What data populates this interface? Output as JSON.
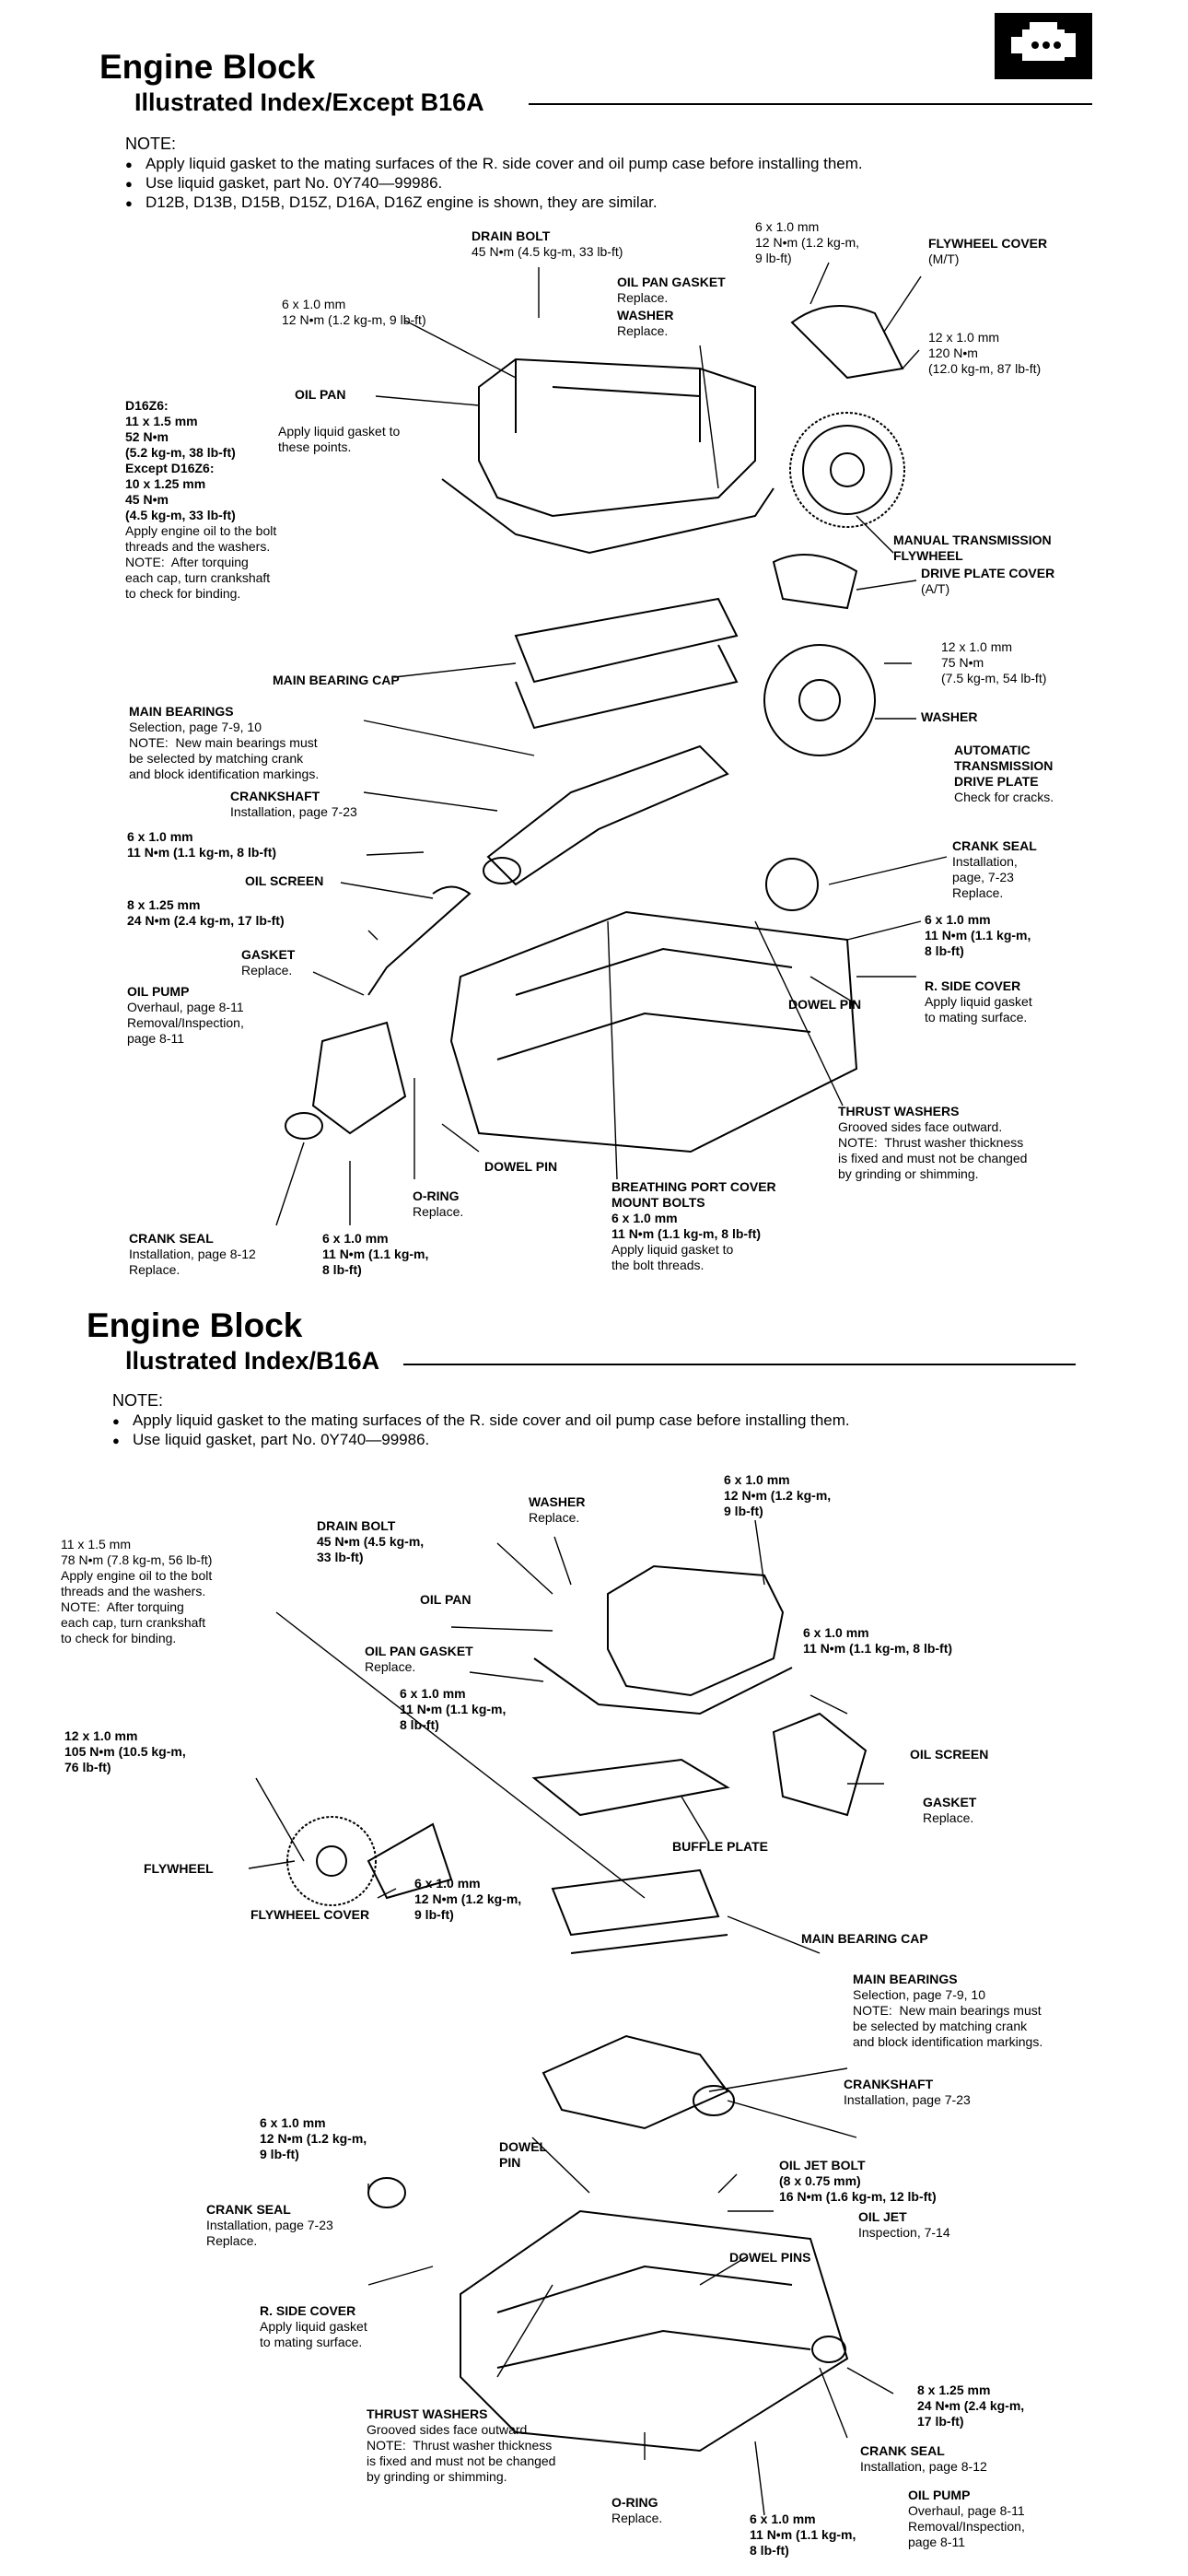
{
  "section1": {
    "title": "Engine Block",
    "subtitle": "Illustrated Index/Except B16A",
    "note_head": "NOTE:",
    "notes": [
      "Apply liquid gasket to the mating surfaces of the R. side cover and oil pump case before installing them.",
      "Use liquid gasket, part No. 0Y740—99986.",
      "D12B, D13B, D15B, D15Z, D16A, D16Z engine is shown, they are similar."
    ],
    "labels": {
      "drain_bolt": {
        "t": "DRAIN BOLT",
        "s": "45 N•m (4.5 kg-m, 33 lb-ft)"
      },
      "bolt_6x1_top": {
        "s": "6 x 1.0 mm\n12 N•m (1.2 kg-m,\n9 lb-ft)"
      },
      "flywheel_cover": {
        "t": "FLYWHEEL COVER",
        "s": "(M/T)"
      },
      "oil_pan_gasket": {
        "t": "OIL PAN GASKET",
        "s": "Replace."
      },
      "washer_top": {
        "t": "WASHER",
        "s": "Replace."
      },
      "bolt_6x1_pan": {
        "s": "6 x 1.0 mm\n12 N•m (1.2 kg-m, 9 lb-ft)"
      },
      "bolt_12x1": {
        "s": "12 x 1.0 mm\n120 N•m\n(12.0 kg-m, 87 lb-ft)"
      },
      "oil_pan": {
        "t": "OIL PAN"
      },
      "apply_gasket": {
        "s": "Apply liquid gasket to\nthese points."
      },
      "d16z6": {
        "t": "D16Z6:",
        "b1": "11 x 1.5 mm\n52 N•m\n(5.2 kg-m, 38 lb-ft)",
        "t2": "Except D16Z6:",
        "b2": "10 x 1.25 mm\n45 N•m\n(4.5 kg-m, 33 lb-ft)",
        "s": "Apply engine oil to the bolt\nthreads and the washers.\nNOTE:  After torquing\neach cap, turn crankshaft\nto check for binding."
      },
      "mt_flywheel": {
        "t": "MANUAL TRANSMISSION\nFLYWHEEL"
      },
      "drive_plate_cover": {
        "t": "DRIVE PLATE COVER",
        "s": "(A/T)"
      },
      "main_bearing_cap": {
        "t": "MAIN BEARING CAP"
      },
      "bolt_12x1_75": {
        "s": "12 x 1.0 mm\n75 N•m\n(7.5 kg-m, 54 lb-ft)"
      },
      "main_bearings": {
        "t": "MAIN BEARINGS",
        "s": "Selection, page 7-9, 10\nNOTE:  New main bearings must\nbe selected by matching crank\nand block identification markings."
      },
      "washer_mid": {
        "t": "WASHER"
      },
      "crankshaft": {
        "t": "CRANKSHAFT",
        "s": "Installation, page 7-23"
      },
      "at_drive_plate": {
        "t": "AUTOMATIC\nTRANSMISSION\nDRIVE PLATE",
        "s": "Check for cracks."
      },
      "bolt_6x1_screen": {
        "s": "6 x 1.0 mm\n11 N•m (1.1 kg-m, 8 lb-ft)"
      },
      "crank_seal_r": {
        "t": "CRANK SEAL",
        "s": "Installation,\npage, 7-23\nReplace."
      },
      "oil_screen": {
        "t": "OIL SCREEN"
      },
      "bolt_8x125": {
        "s": "8 x 1.25 mm\n24 N•m (2.4 kg-m, 17 lb-ft)"
      },
      "bolt_6x1_side": {
        "s": "6 x 1.0 mm\n11 N•m (1.1 kg-m,\n8 lb-ft)"
      },
      "gasket": {
        "t": "GASKET",
        "s": "Replace."
      },
      "r_side_cover": {
        "t": "R. SIDE COVER",
        "s": "Apply liquid gasket\nto mating surface."
      },
      "oil_pump": {
        "t": "OIL PUMP",
        "s": "Overhaul, page 8-11\nRemoval/Inspection,\npage 8-11"
      },
      "dowel_pin_r": {
        "t": "DOWEL PIN"
      },
      "thrust_washers": {
        "t": "THRUST WASHERS",
        "s": "Grooved sides face outward.\nNOTE:  Thrust washer thickness\nis fixed and must not be changed\nby grinding or shimming."
      },
      "dowel_pin_c": {
        "t": "DOWEL PIN"
      },
      "o_ring": {
        "t": "O-RING",
        "s": "Replace."
      },
      "breathing": {
        "t": "BREATHING PORT COVER\nMOUNT BOLTS\n6 x 1.0 mm\n11 N•m (1.1 kg-m, 8 lb-ft)",
        "s": "Apply liquid gasket to\nthe bolt threads."
      },
      "crank_seal_l": {
        "t": "CRANK SEAL",
        "s": "Installation, page 8-12\nReplace."
      },
      "bolt_6x1_bottom": {
        "s": "6 x 1.0 mm\n11 N•m (1.1 kg-m,\n8 lb-ft)"
      }
    }
  },
  "section2": {
    "title": "Engine Block",
    "subtitle": "llustrated Index/B16A",
    "note_head": "NOTE:",
    "notes": [
      "Apply liquid gasket to the mating surfaces of the R. side cover and oil pump case before installing them.",
      "Use liquid gasket, part No. 0Y740—99986."
    ],
    "labels": {
      "bolt_6x1_a": {
        "s": "6 x 1.0 mm\n12 N•m (1.2 kg-m,\n9 lb-ft)"
      },
      "washer": {
        "t": "WASHER",
        "s": "Replace."
      },
      "drain_bolt": {
        "t": "DRAIN BOLT",
        "s": "45 N•m (4.5 kg-m,\n33 lb-ft)"
      },
      "bolt_11x15": {
        "s": "11 x 1.5 mm\n78 N•m (7.8 kg-m, 56 lb-ft)\nApply engine oil to the bolt\nthreads and the washers.\nNOTE:  After torquing\neach cap, turn crankshaft\nto check for binding."
      },
      "oil_pan": {
        "t": "OIL PAN"
      },
      "bolt_6x1_b": {
        "s": "6 x 1.0 mm\n11 N•m (1.1 kg-m, 8 lb-ft)"
      },
      "oil_pan_gasket": {
        "t": "OIL PAN GASKET",
        "s": "Replace."
      },
      "bolt_6x1_c": {
        "s": "6 x 1.0 mm\n11 N•m (1.1 kg-m,\n8 lb-ft)"
      },
      "oil_screen": {
        "t": "OIL SCREEN"
      },
      "bolt_12x1": {
        "s": "12 x 1.0 mm\n105 N•m (10.5 kg-m,\n76 lb-ft)"
      },
      "gasket": {
        "t": "GASKET",
        "s": "Replace."
      },
      "flywheel": {
        "t": "FLYWHEEL"
      },
      "buffle_plate": {
        "t": "BUFFLE PLATE"
      },
      "bolt_6x1_d": {
        "s": "6 x 1.0 mm\n12 N•m (1.2 kg-m,\n9 lb-ft)"
      },
      "flywheel_cover": {
        "t": "FLYWHEEL COVER"
      },
      "main_bearing_cap": {
        "t": "MAIN BEARING CAP"
      },
      "main_bearings": {
        "t": "MAIN BEARINGS",
        "s": "Selection, page 7-9, 10\nNOTE:  New main bearings must\nbe selected by matching crank\nand block identification markings."
      },
      "crankshaft": {
        "t": "CRANKSHAFT",
        "s": "Installation, page 7-23"
      },
      "bolt_6x1_e": {
        "s": "6 x 1.0 mm\n12 N•m (1.2 kg-m,\n9 lb-ft)"
      },
      "dowel_pin_a": {
        "t": "DOWEL\nPIN"
      },
      "oil_jet_bolt": {
        "t": "OIL JET BOLT",
        "s": "(8 x 0.75 mm)\n16 N•m (1.6 kg-m, 12 lb-ft)"
      },
      "crank_seal_l": {
        "t": "CRANK SEAL",
        "s": "Installation, page 7-23\nReplace."
      },
      "oil_jet": {
        "t": "OIL JET",
        "s": "Inspection, 7-14"
      },
      "dowel_pins": {
        "t": "DOWEL PINS"
      },
      "r_side_cover": {
        "t": "R. SIDE COVER",
        "s": "Apply liquid gasket\nto mating surface."
      },
      "bolt_8x125": {
        "s": "8 x 1.25 mm\n24 N•m (2.4 kg-m,\n17 lb-ft)"
      },
      "thrust_washers": {
        "t": "THRUST WASHERS",
        "s": "Grooved sides face outward.\nNOTE:  Thrust washer thickness\nis fixed and must not be changed\nby grinding or shimming."
      },
      "crank_seal_r": {
        "t": "CRANK SEAL",
        "s": "Installation, page 8-12"
      },
      "oil_pump": {
        "t": "OIL PUMP",
        "s": "Overhaul, page 8-11\nRemoval/Inspection,\npage 8-11"
      },
      "o_ring": {
        "t": "O-RING",
        "s": "Replace."
      },
      "bolt_6x1_f": {
        "s": "6 x 1.0 mm\n11 N•m (1.1 kg-m,\n8 lb-ft)"
      }
    }
  },
  "logo_icon": "engine-icon"
}
